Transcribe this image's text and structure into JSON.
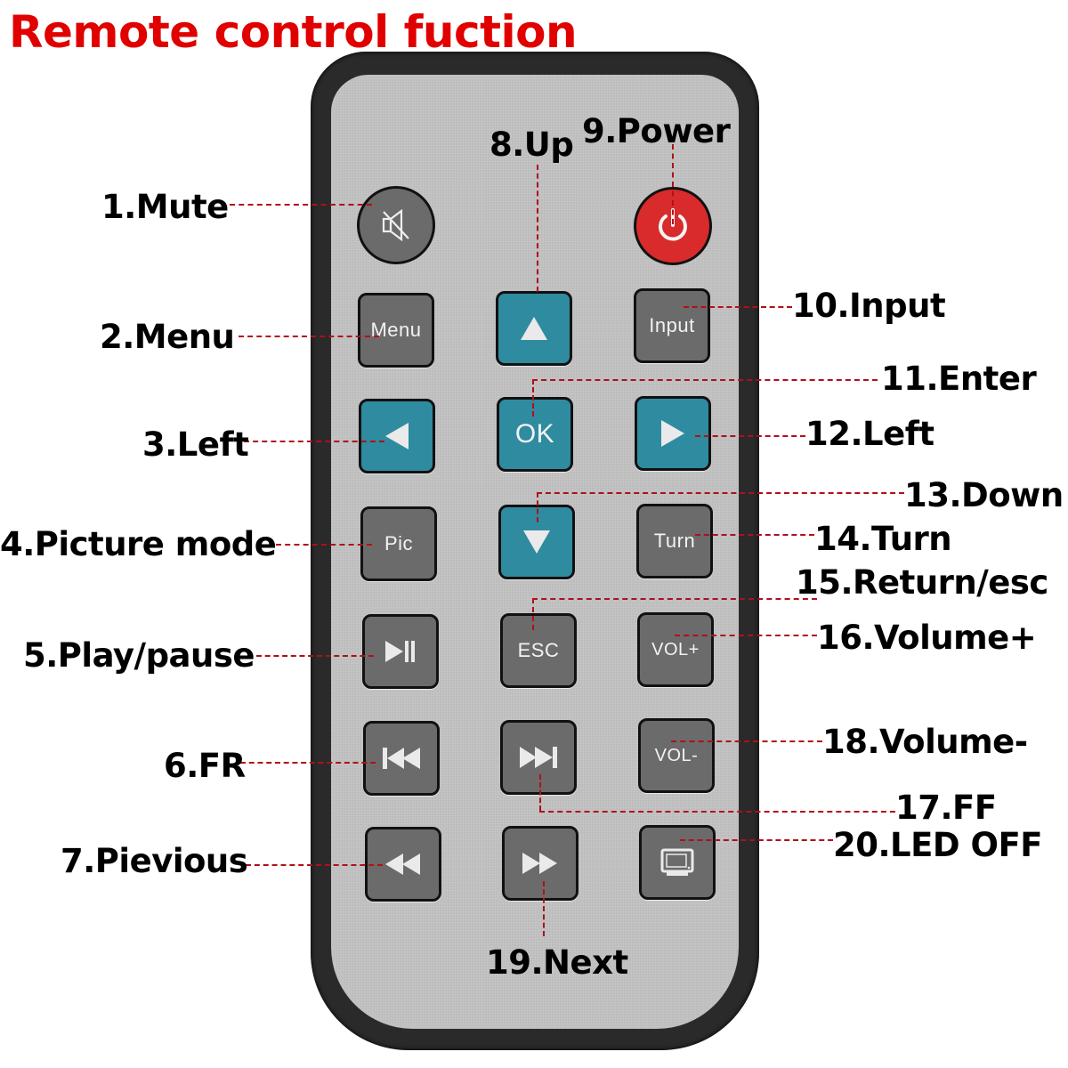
{
  "title": "Remote control fuction",
  "colors": {
    "title": "#e00000",
    "leader_line": "#b0101a",
    "remote_body": "#2a2a2a",
    "remote_face": "#bdbdbd",
    "gray_button": "#6b6b6b",
    "blue_button": "#2f8ba0",
    "power_button": "#d92b2b"
  },
  "buttons": {
    "mute": {
      "icon": "mute-speaker-icon"
    },
    "power": {
      "icon": "power-icon"
    },
    "menu": {
      "label": "Menu"
    },
    "up": {
      "icon": "up-triangle-icon"
    },
    "input": {
      "label": "Input"
    },
    "left": {
      "icon": "left-triangle-icon"
    },
    "ok": {
      "label": "OK"
    },
    "right": {
      "icon": "right-triangle-icon"
    },
    "pic": {
      "label": "Pic"
    },
    "down": {
      "icon": "down-triangle-icon"
    },
    "turn": {
      "label": "Turn"
    },
    "play_pause": {
      "icon": "play-pause-icon"
    },
    "esc": {
      "label": "ESC"
    },
    "vol_up": {
      "label": "VOL+"
    },
    "fr": {
      "icon": "skip-back-icon"
    },
    "ff": {
      "icon": "skip-forward-icon"
    },
    "vol_down": {
      "label": "VOL-"
    },
    "previous": {
      "icon": "rewind-icon"
    },
    "next": {
      "icon": "fast-forward-icon"
    },
    "led_off": {
      "icon": "monitor-icon"
    }
  },
  "callouts": [
    {
      "n": 1,
      "text": "1.Mute"
    },
    {
      "n": 2,
      "text": "2.Menu"
    },
    {
      "n": 3,
      "text": "3.Left"
    },
    {
      "n": 4,
      "text": "4.Picture mode"
    },
    {
      "n": 5,
      "text": "5.Play/pause"
    },
    {
      "n": 6,
      "text": "6.FR"
    },
    {
      "n": 7,
      "text": "7.Pievious"
    },
    {
      "n": 8,
      "text": "8.Up"
    },
    {
      "n": 9,
      "text": "9.Power"
    },
    {
      "n": 10,
      "text": "10.Input"
    },
    {
      "n": 11,
      "text": "11.Enter"
    },
    {
      "n": 12,
      "text": "12.Left"
    },
    {
      "n": 13,
      "text": "13.Down"
    },
    {
      "n": 14,
      "text": "14.Turn"
    },
    {
      "n": 15,
      "text": "15.Return/esc"
    },
    {
      "n": 16,
      "text": "16.Volume+"
    },
    {
      "n": 17,
      "text": "17.FF"
    },
    {
      "n": 18,
      "text": "18.Volume-"
    },
    {
      "n": 19,
      "text": "19.Next"
    },
    {
      "n": 20,
      "text": "20.LED OFF"
    }
  ]
}
